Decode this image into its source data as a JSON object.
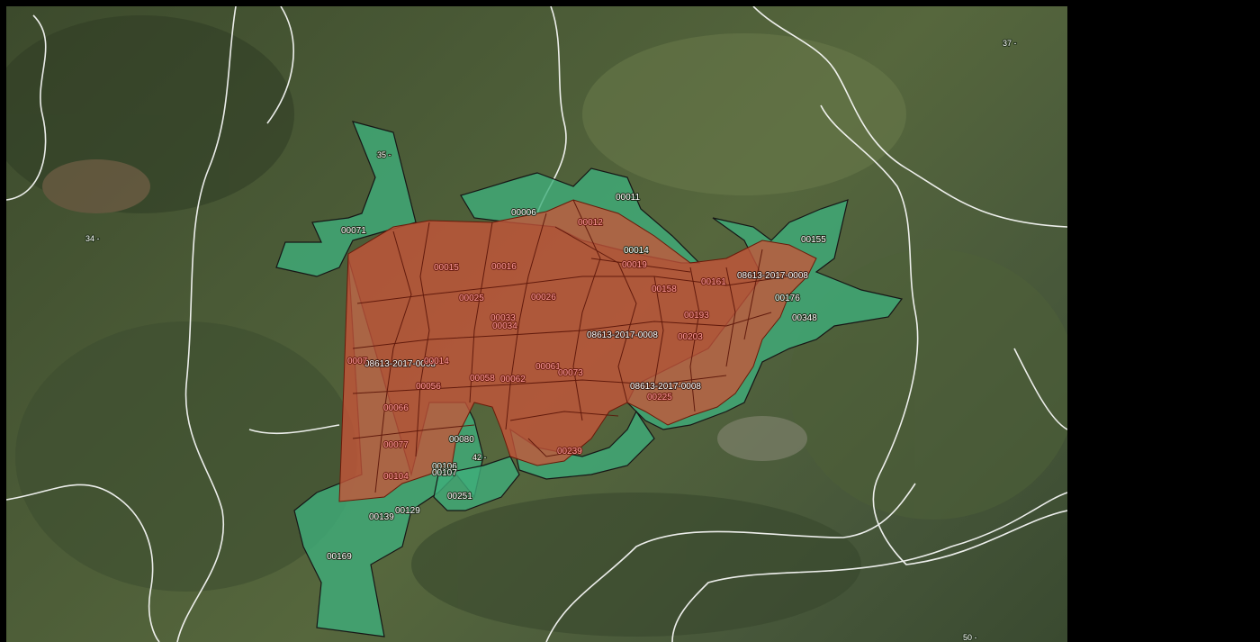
{
  "map": {
    "grid_labels": [
      "34 -",
      "35 -",
      "37 -",
      "42 -",
      "50 -"
    ],
    "zone_label": "08613-2017-0008",
    "green_parcels": [
      "00071",
      "00006",
      "00011",
      "00014",
      "00155",
      "00176",
      "00348",
      "00080",
      "00106",
      "00107",
      "00251",
      "00129",
      "00139",
      "00169"
    ],
    "red_parcels": [
      "00012",
      "00015",
      "00016",
      "00019",
      "00025",
      "00026",
      "00033",
      "00034",
      "00158",
      "00161",
      "00193",
      "00203",
      "00061",
      "00073",
      "00058",
      "00062",
      "00056",
      "00066",
      "00077",
      "00104",
      "00225",
      "00239",
      "00014",
      "0007"
    ],
    "colors": {
      "green_fill": "#3fae7a",
      "red_fill": "#c8553a",
      "parcel_border": "#1a1a1a",
      "admin_border": "#ffffff"
    }
  }
}
